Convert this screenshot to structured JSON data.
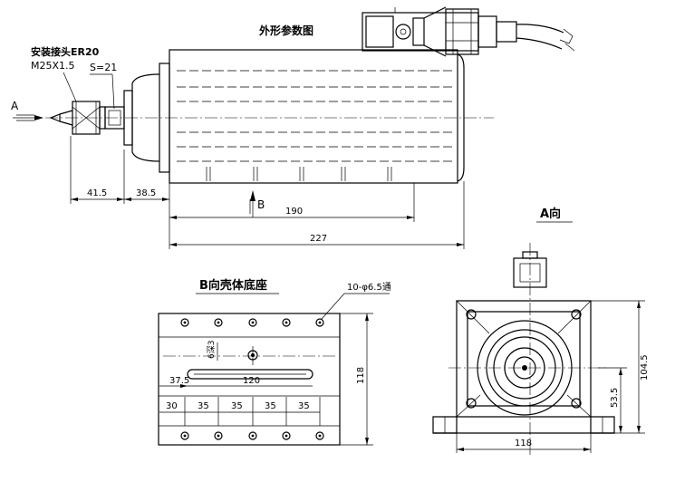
{
  "title": "外形参数图",
  "collet_label": "安装接头ER20",
  "thread_label": "M25X1.5",
  "wrench_label": "S=21",
  "view_a_arrow": "A",
  "view_b_arrow": "B",
  "dims_side": {
    "d_41_5": "41.5",
    "d_38_5": "38.5",
    "d_190": "190",
    "d_227": "227"
  },
  "view_a_title": "A向",
  "view_b_title": "B向壳体底座",
  "holes_label": "10-φ6.5通",
  "depth_label": "6深3",
  "dims_base": {
    "d_37_5": "37.5",
    "d_120": "120",
    "d_118": "118",
    "d_30": "30",
    "d_35a": "35",
    "d_35b": "35",
    "d_35c": "35",
    "d_35d": "35"
  },
  "dims_end": {
    "d_104_5": "104.5",
    "d_53_5": "53.5",
    "d_118": "118"
  }
}
